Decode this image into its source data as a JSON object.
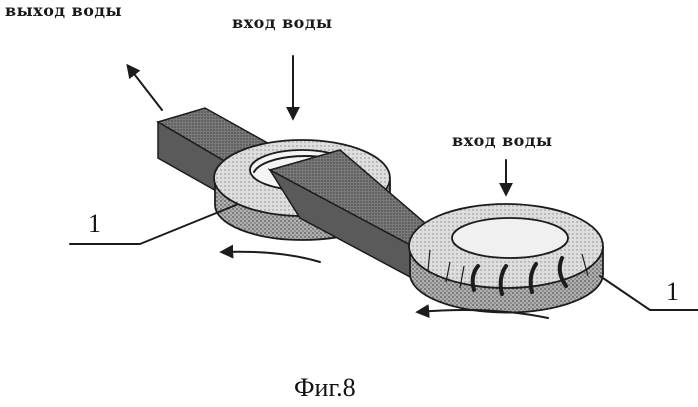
{
  "labels": {
    "outlet": "выход воды",
    "inlet_left": "вход воды",
    "inlet_right": "вход воды",
    "ref_left": "1",
    "ref_right": "1",
    "caption": "Фиг.8"
  },
  "colors": {
    "ink": "#1c1c1c",
    "stipple_dark": "#8a8a8a",
    "stipple_light": "#c9c9c9",
    "channel": "#6e6e6e"
  }
}
